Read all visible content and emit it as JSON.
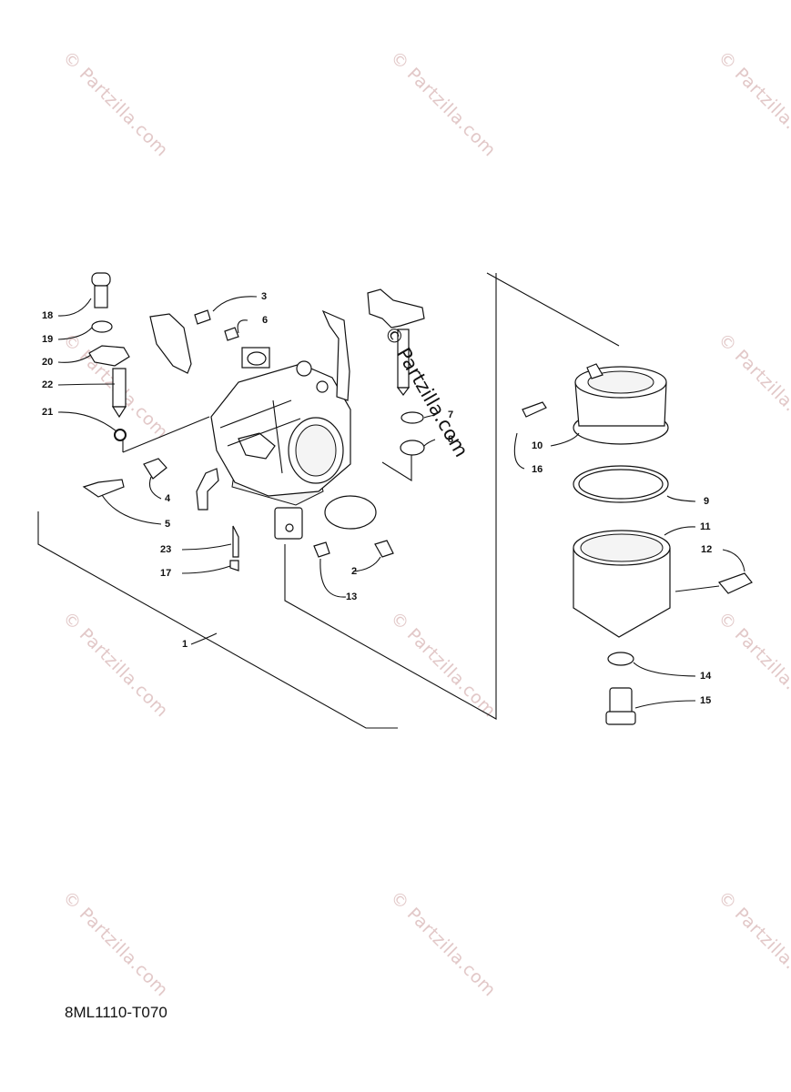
{
  "diagram": {
    "code": "8ML1110-T070",
    "watermark_center": "© Partzilla.com",
    "watermark_tiles": [
      "© Partzilla.com",
      "© Partzilla.com",
      "© Partzilla.com",
      "© Partzilla.com",
      "© Partzilla.com",
      "© Partzilla.com",
      "© Partzilla.com",
      "© Partzilla.com",
      "© Partzilla.com"
    ],
    "callouts": [
      "1",
      "2",
      "3",
      "4",
      "5",
      "6",
      "7",
      "8",
      "9",
      "10",
      "11",
      "12",
      "13",
      "14",
      "15",
      "16",
      "17",
      "18",
      "19",
      "20",
      "21",
      "22",
      "23"
    ]
  }
}
